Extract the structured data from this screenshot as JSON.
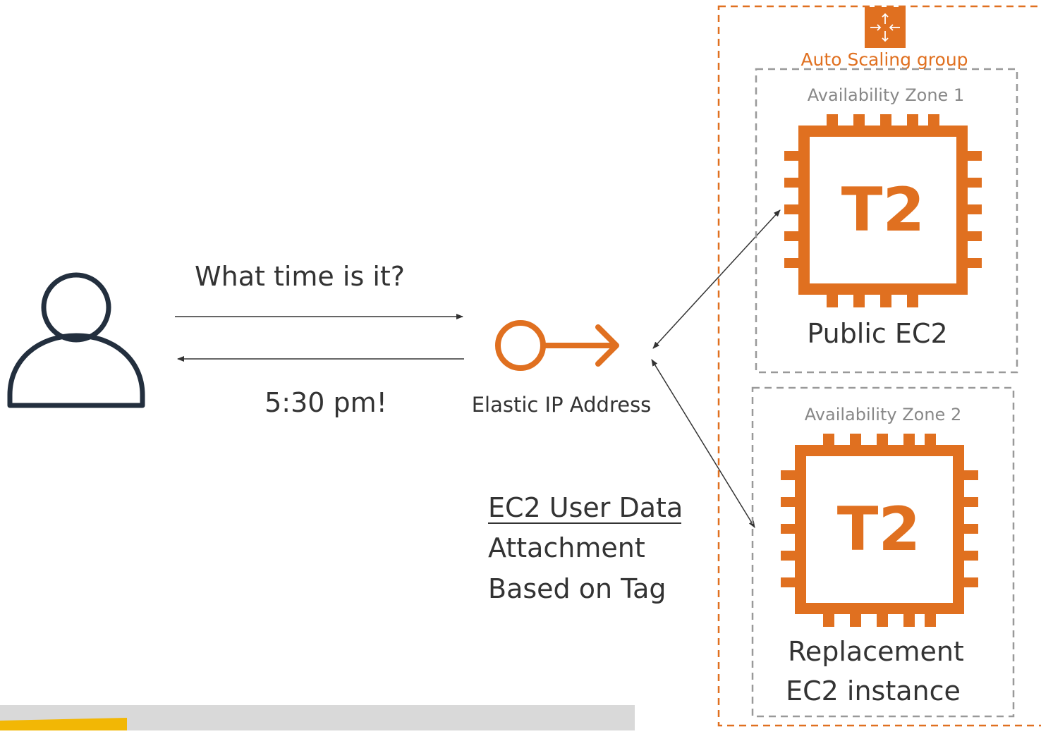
{
  "request": {
    "question": "What time is it?",
    "answer": "5:30 pm!"
  },
  "eip": {
    "label": "Elastic IP Address"
  },
  "notes": {
    "heading": "EC2 User Data",
    "line1": "Attachment",
    "line2": "Based on Tag"
  },
  "asg": {
    "label": "Auto Scaling group",
    "zone1": {
      "label": "Availability Zone 1",
      "chip": "T2",
      "instance": "Public EC2"
    },
    "zone2": {
      "label": "Availability Zone 2",
      "chip": "T2",
      "instance_line1": "Replacement",
      "instance_line2": "EC2 instance"
    }
  },
  "colors": {
    "aws_orange": "#E07020",
    "user_navy": "#232F3E",
    "zone_gray": "#999999",
    "arrow_dark": "#333333",
    "text_dark": "#333333"
  }
}
